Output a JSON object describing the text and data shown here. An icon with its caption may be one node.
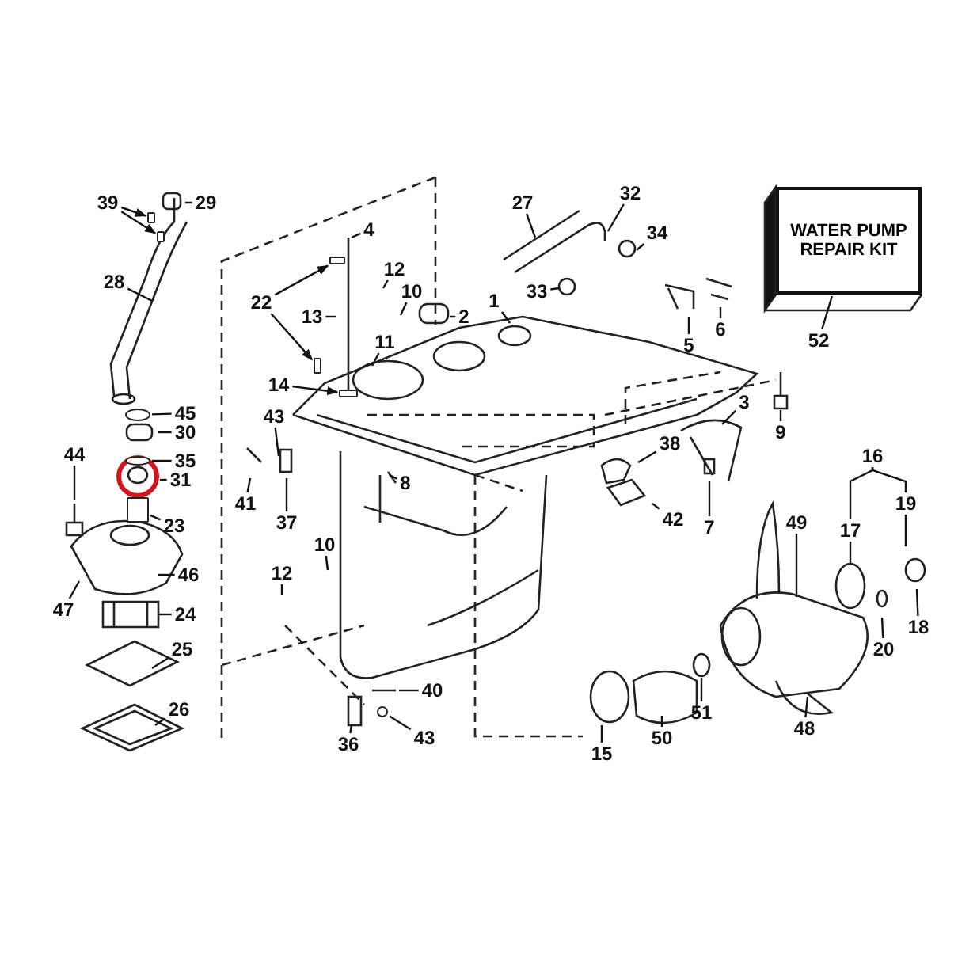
{
  "diagram": {
    "nodes": [
      {
        "text": [
          "WATER PUMP REPAIR KIT"
        ]
      },
      {
        "text": [
          "1"
        ]
      },
      {
        "text": [
          "2"
        ]
      },
      {
        "text": [
          "3"
        ]
      },
      {
        "text": [
          "4"
        ]
      },
      {
        "text": [
          "5"
        ]
      },
      {
        "text": [
          "6"
        ]
      },
      {
        "text": [
          "7"
        ]
      },
      {
        "text": [
          "8"
        ]
      },
      {
        "text": [
          "9"
        ]
      },
      {
        "text": [
          "10"
        ]
      },
      {
        "text": [
          "10"
        ]
      },
      {
        "text": [
          "11"
        ]
      },
      {
        "text": [
          "12"
        ]
      },
      {
        "text": [
          "12"
        ]
      },
      {
        "text": [
          "13"
        ]
      },
      {
        "text": [
          "14"
        ]
      },
      {
        "text": [
          "15"
        ]
      },
      {
        "text": [
          "16"
        ]
      },
      {
        "text": [
          "17"
        ]
      },
      {
        "text": [
          "18"
        ]
      },
      {
        "text": [
          "19"
        ]
      },
      {
        "text": [
          "20"
        ]
      },
      {
        "text": [
          "22"
        ]
      },
      {
        "text": [
          "23"
        ]
      },
      {
        "text": [
          "24"
        ]
      },
      {
        "text": [
          "25"
        ]
      },
      {
        "text": [
          "26"
        ]
      },
      {
        "text": [
          "27"
        ]
      },
      {
        "text": [
          "28"
        ]
      },
      {
        "text": [
          "29"
        ]
      },
      {
        "text": [
          "30"
        ]
      },
      {
        "text": [
          "31"
        ]
      },
      {
        "text": [
          "32"
        ]
      },
      {
        "text": [
          "33"
        ]
      },
      {
        "text": [
          "34"
        ]
      },
      {
        "text": [
          "35"
        ]
      },
      {
        "text": [
          "36"
        ]
      },
      {
        "text": [
          "37"
        ]
      },
      {
        "text": [
          "38"
        ]
      },
      {
        "text": [
          "39"
        ]
      },
      {
        "text": [
          "40"
        ]
      },
      {
        "text": [
          "41"
        ]
      },
      {
        "text": [
          "42"
        ]
      },
      {
        "text": [
          "43"
        ]
      },
      {
        "text": [
          "43"
        ]
      },
      {
        "text": [
          "44"
        ]
      },
      {
        "text": [
          "45"
        ]
      },
      {
        "text": [
          "46"
        ]
      },
      {
        "text": [
          "47"
        ]
      },
      {
        "text": [
          "48"
        ]
      },
      {
        "text": [
          "49"
        ]
      },
      {
        "text": [
          "50"
        ]
      },
      {
        "text": [
          "51"
        ]
      },
      {
        "text": [
          "52"
        ]
      },
      {
        "text": [],
        "shape": "box"
      },
      {
        "text": [],
        "shape": "box"
      },
      {
        "text": [],
        "shape": "box"
      },
      {
        "text": [],
        "shape": "circle"
      },
      {
        "text": [],
        "shape": "box"
      },
      {
        "text": [],
        "shape": "box"
      },
      {
        "text": [],
        "shape": "circle"
      },
      {
        "text": [],
        "shape": "circle"
      },
      {
        "text": [],
        "shape": "box"
      }
    ],
    "edges": [
      {
        "from": 1,
        "to": null,
        "arrow": "none"
      },
      {
        "from": 2,
        "to": null,
        "arrow": "none"
      },
      {
        "from": 3,
        "to": null,
        "arrow": "none"
      },
      {
        "from": 4,
        "to": null,
        "arrow": "none"
      },
      {
        "from": 5,
        "to": null,
        "arrow": "none"
      },
      {
        "from": 6,
        "to": null,
        "arrow": "none"
      },
      {
        "from": 7,
        "to": null,
        "arrow": "none"
      },
      {
        "from": 8,
        "to": null,
        "arrow": "none"
      },
      {
        "from": 9,
        "to": null,
        "arrow": "none"
      },
      {
        "from": 10,
        "to": null,
        "arrow": "none"
      },
      {
        "from": 11,
        "to": null,
        "arrow": "none"
      },
      {
        "from": 12,
        "to": null,
        "arrow": "none"
      },
      {
        "from": 13,
        "to": null,
        "arrow": "none"
      },
      {
        "from": 14,
        "to": null,
        "arrow": "none"
      },
      {
        "from": 15,
        "to": null,
        "arrow": "none"
      },
      {
        "from": 16,
        "to": 63,
        "arrow": "to"
      },
      {
        "from": 17,
        "to": null,
        "arrow": "none"
      },
      {
        "from": 18,
        "to": 19,
        "arrow": "none"
      },
      {
        "from": 18,
        "to": 21,
        "arrow": "none"
      },
      {
        "from": 19,
        "to": null,
        "arrow": "none"
      },
      {
        "from": 20,
        "to": null,
        "arrow": "none"
      },
      {
        "from": 21,
        "to": null,
        "arrow": "none"
      },
      {
        "from": 22,
        "to": null,
        "arrow": "none"
      },
      {
        "from": 23,
        "to": 55,
        "arrow": "to"
      },
      {
        "from": 23,
        "to": 56,
        "arrow": "to"
      },
      {
        "from": 24,
        "to": 57,
        "arrow": "none"
      },
      {
        "from": 25,
        "to": null,
        "arrow": "none"
      },
      {
        "from": 26,
        "to": null,
        "arrow": "none"
      },
      {
        "from": 27,
        "to": null,
        "arrow": "none"
      },
      {
        "from": 28,
        "to": null,
        "arrow": "none"
      },
      {
        "from": 29,
        "to": null,
        "arrow": "none"
      },
      {
        "from": 30,
        "to": null,
        "arrow": "none"
      },
      {
        "from": 31,
        "to": null,
        "arrow": "none"
      },
      {
        "from": 32,
        "to": null,
        "arrow": "none"
      },
      {
        "from": 33,
        "to": null,
        "arrow": "none"
      },
      {
        "from": 34,
        "to": null,
        "arrow": "none"
      },
      {
        "from": 35,
        "to": null,
        "arrow": "none"
      },
      {
        "from": 36,
        "to": 58,
        "arrow": "none"
      },
      {
        "from": 37,
        "to": null,
        "arrow": "none"
      },
      {
        "from": 38,
        "to": null,
        "arrow": "none"
      },
      {
        "from": 39,
        "to": null,
        "arrow": "none"
      },
      {
        "from": 40,
        "to": 59,
        "arrow": "to"
      },
      {
        "from": 40,
        "to": 60,
        "arrow": "to"
      },
      {
        "from": 41,
        "to": null,
        "arrow": "none"
      },
      {
        "from": 42,
        "to": null,
        "arrow": "none"
      },
      {
        "from": 43,
        "to": null,
        "arrow": "none"
      },
      {
        "from": 44,
        "to": null,
        "arrow": "none"
      },
      {
        "from": 45,
        "to": 61,
        "arrow": "none"
      },
      {
        "from": 46,
        "to": null,
        "arrow": "none"
      },
      {
        "from": 47,
        "to": 62,
        "arrow": "none"
      },
      {
        "from": 48,
        "to": null,
        "arrow": "none"
      },
      {
        "from": 49,
        "to": null,
        "arrow": "none"
      },
      {
        "from": 50,
        "to": null,
        "arrow": "none"
      },
      {
        "from": 51,
        "to": null,
        "arrow": "none"
      },
      {
        "from": 52,
        "to": null,
        "arrow": "none"
      },
      {
        "from": 53,
        "to": null,
        "arrow": "none"
      },
      {
        "from": 54,
        "to": 0,
        "arrow": "none"
      }
    ]
  }
}
